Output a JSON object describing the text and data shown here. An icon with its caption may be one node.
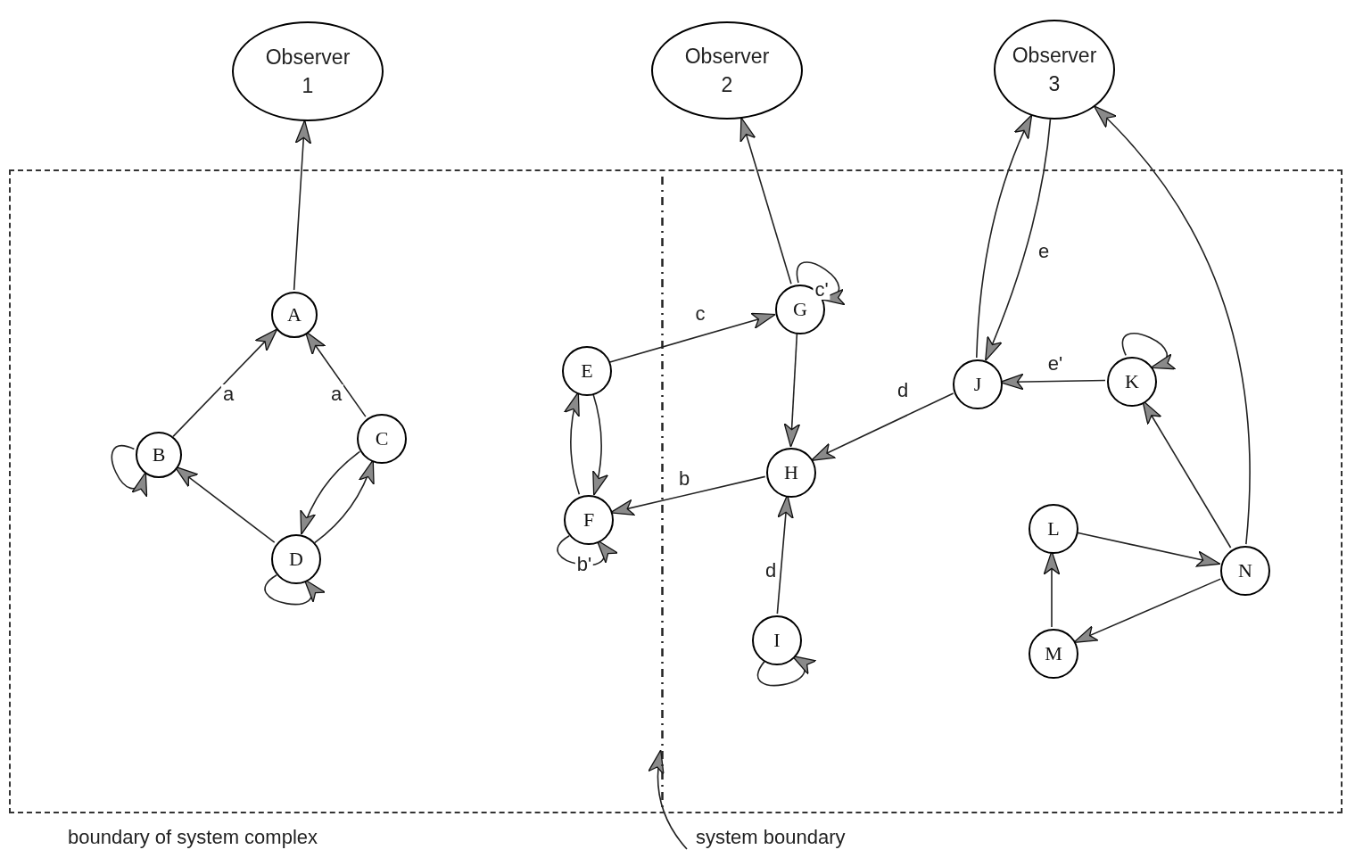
{
  "diagram": {
    "nodes": [
      {
        "text": [
          "Observer 1"
        ]
      },
      {
        "text": [
          "Observer 2"
        ]
      },
      {
        "text": [
          "Observer 3"
        ]
      },
      {
        "text": [
          "boundary of system complex"
        ]
      },
      {
        "text": [],
        "shape": "line",
        "in": 3
      },
      {
        "text": [
          "A"
        ],
        "in": 3
      },
      {
        "text": [
          "B"
        ],
        "in": 3
      },
      {
        "text": [
          "C"
        ],
        "in": 3
      },
      {
        "text": [
          "D"
        ],
        "in": 3
      },
      {
        "text": [
          "E"
        ],
        "in": 3
      },
      {
        "text": [
          "F"
        ],
        "in": 3
      },
      {
        "text": [
          "G"
        ],
        "in": 3
      },
      {
        "text": [
          "H"
        ],
        "in": 3
      },
      {
        "text": [
          "I"
        ],
        "in": 3
      },
      {
        "text": [
          "J"
        ],
        "in": 3
      },
      {
        "text": [
          "K"
        ],
        "in": 3
      },
      {
        "text": [
          "L"
        ],
        "in": 3
      },
      {
        "text": [
          "M"
        ],
        "in": 3
      },
      {
        "text": [
          "N"
        ],
        "in": 3
      },
      {
        "text": [
          "system boundary"
        ]
      }
    ],
    "edges": [
      {
        "from": 5,
        "to": 0,
        "arrow": "to"
      },
      {
        "from": 6,
        "to": 5,
        "arrow": "to",
        "label": "a"
      },
      {
        "from": 7,
        "to": 5,
        "arrow": "to",
        "label": "a"
      },
      {
        "from": 8,
        "to": 6,
        "arrow": "to"
      },
      {
        "from": 8,
        "to": 7,
        "arrow": "to"
      },
      {
        "from": 7,
        "to": 8,
        "arrow": "to"
      },
      {
        "from": 6,
        "to": 6,
        "arrow": "to"
      },
      {
        "from": 8,
        "to": 8,
        "arrow": "to"
      },
      {
        "from": 9,
        "to": 11,
        "arrow": "to",
        "label": "c"
      },
      {
        "from": 9,
        "to": 10,
        "arrow": "to"
      },
      {
        "from": 10,
        "to": 9,
        "arrow": "to"
      },
      {
        "from": 10,
        "to": 10,
        "arrow": "to",
        "label": "b'"
      },
      {
        "from": 12,
        "to": 10,
        "arrow": "to",
        "label": "b"
      },
      {
        "from": 11,
        "to": 1,
        "arrow": "to"
      },
      {
        "from": 11,
        "to": 11,
        "arrow": "to",
        "label": "c'"
      },
      {
        "from": 11,
        "to": 12,
        "arrow": "to"
      },
      {
        "from": 14,
        "to": 12,
        "arrow": "to",
        "label": "d"
      },
      {
        "from": 13,
        "to": 12,
        "arrow": "to",
        "label": "d"
      },
      {
        "from": 13,
        "to": 13,
        "arrow": "to"
      },
      {
        "from": 14,
        "to": 2,
        "arrow": "to"
      },
      {
        "from": 2,
        "to": 14,
        "arrow": "to",
        "label": "e"
      },
      {
        "from": 15,
        "to": 14,
        "arrow": "to",
        "label": "e'"
      },
      {
        "from": 15,
        "to": 15,
        "arrow": "to"
      },
      {
        "from": 18,
        "to": 15,
        "arrow": "to"
      },
      {
        "from": 18,
        "to": 2,
        "arrow": "to"
      },
      {
        "from": 16,
        "to": 18,
        "arrow": "to"
      },
      {
        "from": 18,
        "to": 17,
        "arrow": "to"
      },
      {
        "from": 17,
        "to": 16,
        "arrow": "to"
      },
      {
        "from": 19,
        "to": 4,
        "arrow": "to"
      }
    ]
  }
}
